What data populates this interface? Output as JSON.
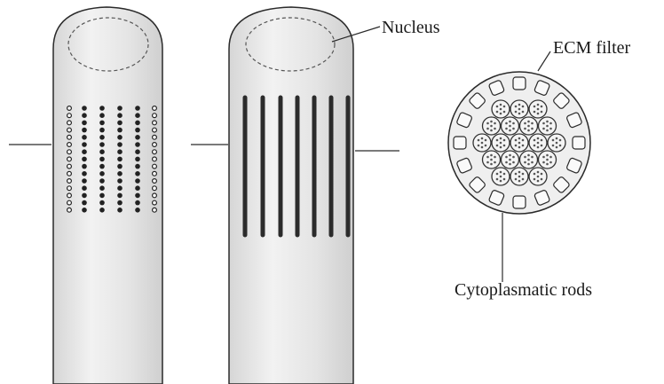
{
  "labels": {
    "nucleus": "Nucleus",
    "ecm_filter": "ECM filter",
    "cytoplasmatic_rods": "Cytoplasmatic rods"
  },
  "colors": {
    "cylinder_fill": "#e9e9e9",
    "outline": "#2a2a2a",
    "rod": "#2b2b2b",
    "background_text": "#c9c9c9"
  }
}
